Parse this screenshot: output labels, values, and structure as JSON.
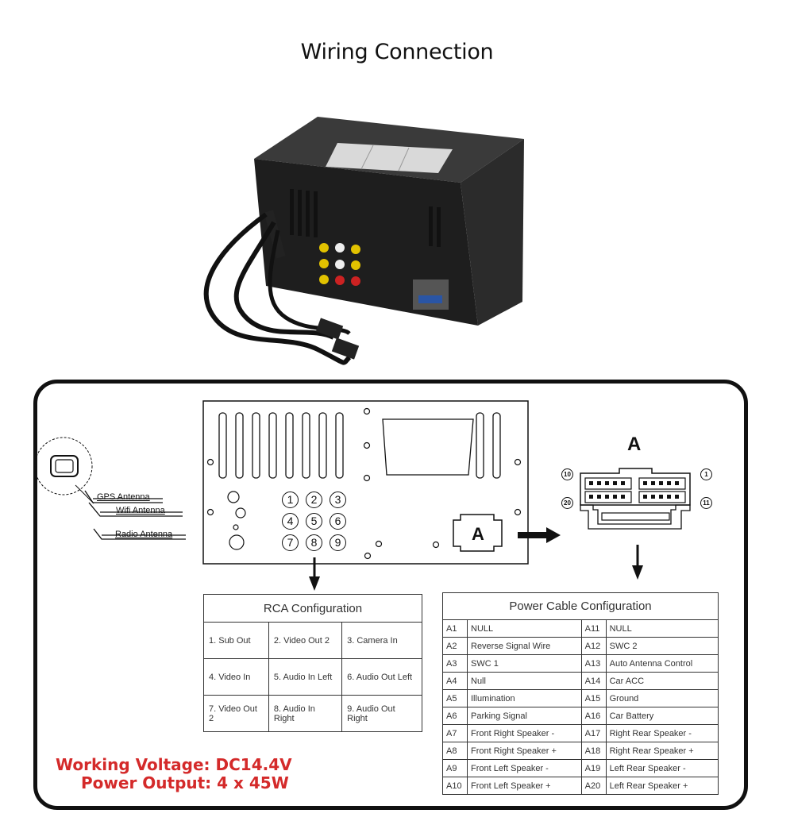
{
  "title": "Wiring Connection",
  "antennas": [
    "GPS Antenna",
    "Wifi Antenna",
    "Radio Antenna"
  ],
  "rca_numbers": [
    "1",
    "2",
    "3",
    "4",
    "5",
    "6",
    "7",
    "8",
    "9"
  ],
  "back_panel_connector": "A",
  "connector": {
    "title": "A",
    "pins": [
      "10",
      "1",
      "20",
      "11"
    ]
  },
  "rca_config": {
    "title": "RCA Configuration",
    "rows": [
      [
        "1. Sub Out",
        "2. Video Out 2",
        "3. Camera In"
      ],
      [
        "4. Video In",
        "5. Audio In Left",
        "6. Audio Out Left"
      ],
      [
        "7. Video Out 2",
        "8. Audio In Right",
        "9. Audio Out Right"
      ]
    ]
  },
  "power_config": {
    "title": "Power Cable Configuration",
    "rows": [
      [
        "A1",
        "NULL",
        "A11",
        "NULL"
      ],
      [
        "A2",
        "Reverse Signal Wire",
        "A12",
        "SWC 2"
      ],
      [
        "A3",
        "SWC 1",
        "A13",
        "Auto Antenna Control"
      ],
      [
        "A4",
        "Null",
        "A14",
        "Car ACC"
      ],
      [
        "A5",
        "Illumination",
        "A15",
        "Ground"
      ],
      [
        "A6",
        "Parking Signal",
        "A16",
        "Car Battery"
      ],
      [
        "A7",
        "Front Right Speaker -",
        "A17",
        "Right Rear Speaker -"
      ],
      [
        "A8",
        "Front Right Speaker +",
        "A18",
        "Right Rear Speaker +"
      ],
      [
        "A9",
        "Front Left Speaker -",
        "A19",
        "Left Rear Speaker -"
      ],
      [
        "A10",
        "Front Left Speaker +",
        "A20",
        "Left Rear Speaker +"
      ]
    ]
  },
  "specs": {
    "voltage": "Working Voltage: DC14.4V",
    "power": "Power Output: 4 x 45W"
  },
  "colors": {
    "spec_text": "#d42a2a",
    "lines": "#111111"
  }
}
